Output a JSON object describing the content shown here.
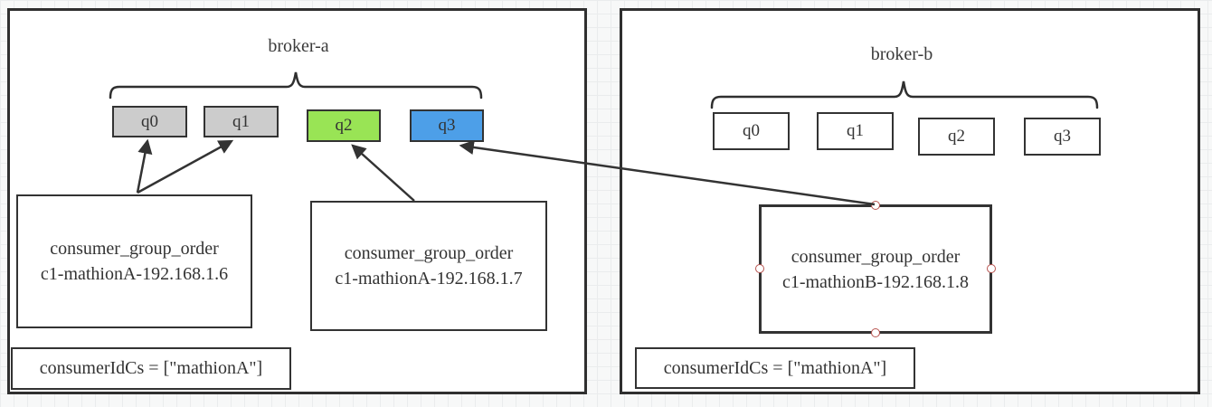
{
  "diagram": {
    "left_broker": {
      "title": "broker-a",
      "queues": [
        {
          "label": "q0",
          "fill": "#cccccc"
        },
        {
          "label": "q1",
          "fill": "#cccccc"
        },
        {
          "label": "q2",
          "fill": "#99e455"
        },
        {
          "label": "q3",
          "fill": "#4d9fe8"
        }
      ],
      "consumers": [
        {
          "line1": "consumer_group_order",
          "line2": "c1-mathionA-192.168.1.6"
        },
        {
          "line1": "consumer_group_order",
          "line2": "c1-mathionA-192.168.1.7"
        }
      ],
      "note": "consumerIdCs = [\"mathionA\"]"
    },
    "right_broker": {
      "title": "broker-b",
      "queues": [
        {
          "label": "q0",
          "fill": "#ffffff"
        },
        {
          "label": "q1",
          "fill": "#ffffff"
        },
        {
          "label": "q2",
          "fill": "#ffffff"
        },
        {
          "label": "q3",
          "fill": "#ffffff"
        }
      ],
      "consumers": [
        {
          "line1": "consumer_group_order",
          "line2": "c1-mathionB-192.168.1.8"
        }
      ],
      "note": "consumerIdCs = [\"mathionA\"]"
    },
    "colors": {
      "line": "#333333",
      "panel_border": "#2f2f2f",
      "selection_handle": "#b85450",
      "queue_gray": "#cccccc",
      "queue_green": "#99e455",
      "queue_blue": "#4d9fe8"
    }
  }
}
